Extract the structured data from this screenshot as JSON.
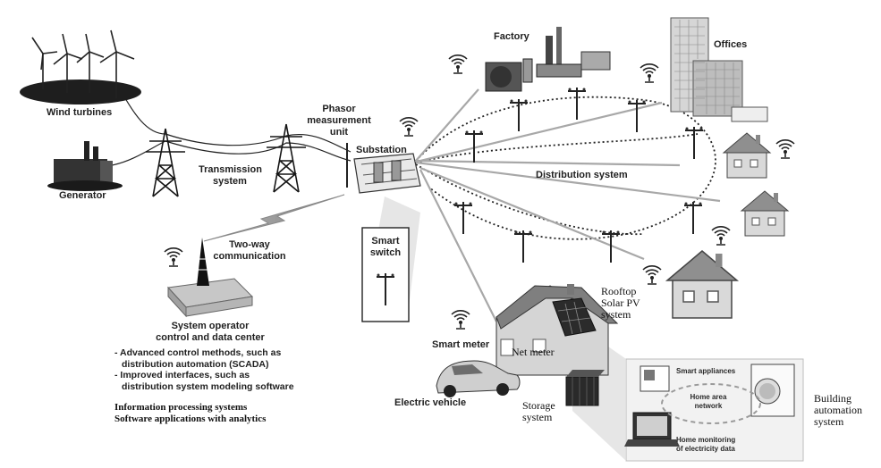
{
  "labels": {
    "wind_turbines": "Wind turbines",
    "generator": "Generator",
    "transmission_system": [
      "Transmission",
      "system"
    ],
    "phasor_measurement_unit": [
      "Phasor",
      "measurement",
      "unit"
    ],
    "substation": "Substation",
    "factory": "Factory",
    "offices": "Offices",
    "distribution_system": "Distribution system",
    "two_way_communication": [
      "Two-way",
      "communication"
    ],
    "smart_switch": [
      "Smart",
      "switch"
    ],
    "system_operator": [
      "System operator",
      "control and data center"
    ],
    "smart_meter": "Smart meter",
    "net_meter": "Net meter",
    "rooftop_solar": [
      "Rooftop",
      "Solar PV",
      "system"
    ],
    "electric_vehicle": "Electric vehicle",
    "storage_system": [
      "Storage",
      "system"
    ],
    "smart_appliances": "Smart appliances",
    "home_area_network": [
      "Home area",
      "network"
    ],
    "home_monitoring": [
      "Home monitoring",
      "of electricity data"
    ],
    "building_automation": [
      "Building",
      "automation",
      "system"
    ]
  },
  "operator_list": [
    "- Advanced control methods, such as",
    "  distribution automation (SCADA)",
    "- Improved interfaces, such as",
    "  distribution system modeling software"
  ],
  "info_processing": [
    "Information processing systems",
    "Software applications with analytics"
  ],
  "icons": [
    "wireless-icon",
    "wind-turbine-icon",
    "transmission-tower-icon",
    "utility-pole-icon",
    "house-icon",
    "factory-icon",
    "office-building-icon",
    "car-icon",
    "battery-icon",
    "washing-machine-icon",
    "laptop-icon"
  ]
}
